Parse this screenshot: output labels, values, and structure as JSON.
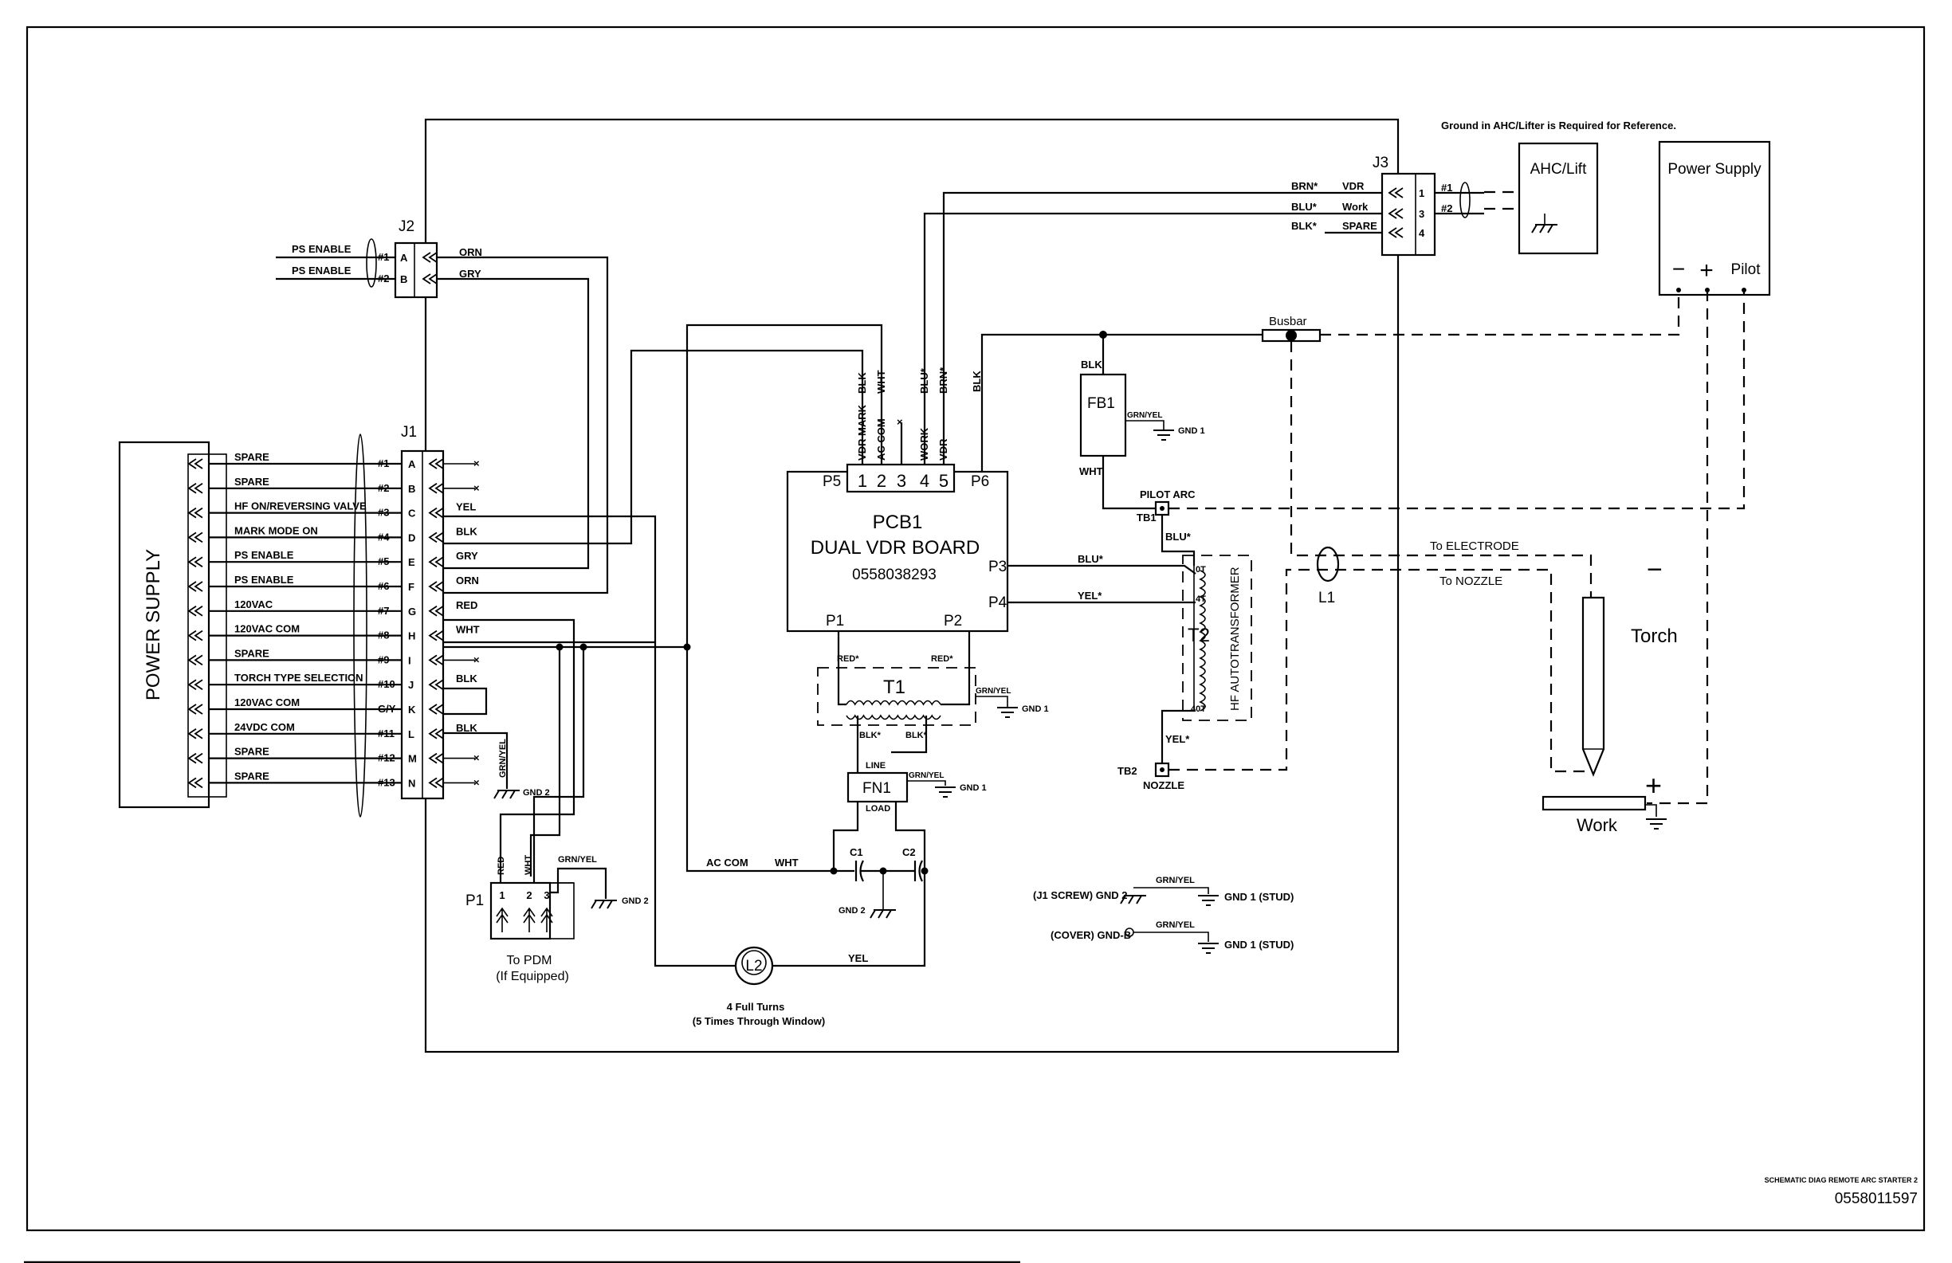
{
  "note": "Ground in AHC/Lifter is Required for Reference.",
  "power_supply_left": "POWER SUPPLY",
  "connectors": {
    "j1": "J1",
    "j2": "J2",
    "j3": "J3",
    "p1": "P1"
  },
  "j2_rows": [
    {
      "signal": "PS ENABLE",
      "num": "#1",
      "pin": "A",
      "wire": "ORN"
    },
    {
      "signal": "PS ENABLE",
      "num": "#2",
      "pin": "B",
      "wire": "GRY"
    }
  ],
  "j1_rows": [
    {
      "signal": "SPARE",
      "num": "#1",
      "pin": "A",
      "wire": ""
    },
    {
      "signal": "SPARE",
      "num": "#2",
      "pin": "B",
      "wire": ""
    },
    {
      "signal": "HF ON/REVERSING VALVE",
      "num": "#3",
      "pin": "C",
      "wire": "YEL"
    },
    {
      "signal": "MARK MODE ON",
      "num": "#4",
      "pin": "D",
      "wire": "BLK"
    },
    {
      "signal": "PS ENABLE",
      "num": "#5",
      "pin": "E",
      "wire": "GRY"
    },
    {
      "signal": "PS ENABLE",
      "num": "#6",
      "pin": "F",
      "wire": "ORN"
    },
    {
      "signal": "120VAC",
      "num": "#7",
      "pin": "G",
      "wire": "RED"
    },
    {
      "signal": "120VAC COM",
      "num": "#8",
      "pin": "H",
      "wire": "WHT"
    },
    {
      "signal": "SPARE",
      "num": "#9",
      "pin": "I",
      "wire": ""
    },
    {
      "signal": "TORCH TYPE SELECTION",
      "num": "#10",
      "pin": "J",
      "wire": "BLK"
    },
    {
      "signal": "120VAC COM",
      "num": "G/Y",
      "pin": "K",
      "wire": ""
    },
    {
      "signal": "24VDC COM",
      "num": "#11",
      "pin": "L",
      "wire": "BLK"
    },
    {
      "signal": "SPARE",
      "num": "#12",
      "pin": "M",
      "wire": ""
    },
    {
      "signal": "SPARE",
      "num": "#13",
      "pin": "N",
      "wire": ""
    }
  ],
  "j3_rows": [
    {
      "wire": "BRN*",
      "signal": "VDR",
      "pin": "1",
      "num": "#1"
    },
    {
      "wire": "BLU*",
      "signal": "Work",
      "pin": "3",
      "num": "#2"
    },
    {
      "wire": "BLK*",
      "signal": "SPARE",
      "pin": "4",
      "num": ""
    }
  ],
  "ahc": "AHC/Lift",
  "power_supply_right": {
    "title": "Power Supply",
    "minus": "−",
    "plus": "+",
    "pilot": "Pilot"
  },
  "pcb": {
    "name": "PCB1",
    "desc": "DUAL VDR BOARD",
    "part": "0558038293",
    "p5": "P5",
    "p6": "P6",
    "p3": "P3",
    "p4": "P4",
    "p1": "P1",
    "p2": "P2",
    "p5_pins": [
      "1",
      "2",
      "3",
      "4",
      "5"
    ],
    "p5_signals": [
      "VDR MARK",
      "AC COM",
      "",
      "WORK",
      "VDR"
    ],
    "p5_wires": [
      "BLK",
      "WHT",
      "",
      "BLU*",
      "BRN*"
    ],
    "p6_wire": "BLK"
  },
  "wires": {
    "blu_star": "BLU*",
    "yel_star": "YEL*",
    "red_star": "RED*",
    "blk_star": "BLK*",
    "blk": "BLK",
    "wht": "WHT",
    "grn_yel": "GRN/YEL",
    "yel": "YEL",
    "red": "RED",
    "ac_com": "AC COM"
  },
  "labels": {
    "busbar": "Busbar",
    "fb1": "FB1",
    "pilot_arc": "PILOT ARC",
    "tb1": "TB1",
    "tb2": "TB2",
    "nozzle": "NOZZLE",
    "t1": "T1",
    "t2": "T2",
    "hf": "HF AUTOTRANSFORMER",
    "t2_taps": [
      "0T",
      "4T",
      "40T"
    ],
    "line": "LINE",
    "load": "LOAD",
    "fn1": "FN1",
    "c1": "C1",
    "c2": "C2",
    "l1": "L1",
    "l2": "L2",
    "gnd1": "GND 1",
    "gnd2": "GND 2",
    "to_electrode": "To ELECTRODE",
    "to_nozzle": "To NOZZLE",
    "torch": "Torch",
    "work": "Work",
    "minus": "−",
    "plus": "+",
    "to_pdm": "To PDM",
    "if_equipped": "(If Equipped)",
    "l2_turns": "4 Full Turns",
    "l2_window": "(5 Times Through Window)",
    "p1_pins": [
      "1",
      "2",
      "3"
    ],
    "gnd_note1_left": "(J1 SCREW) GND 2",
    "gnd_note1_right": "GND 1 (STUD)",
    "gnd_note2_left": "(COVER) GND-B",
    "gnd_note2_right": "GND 1 (STUD)"
  },
  "title_block": {
    "title": "SCHEMATIC DIAG REMOTE ARC STARTER 2",
    "number": "0558011597"
  }
}
